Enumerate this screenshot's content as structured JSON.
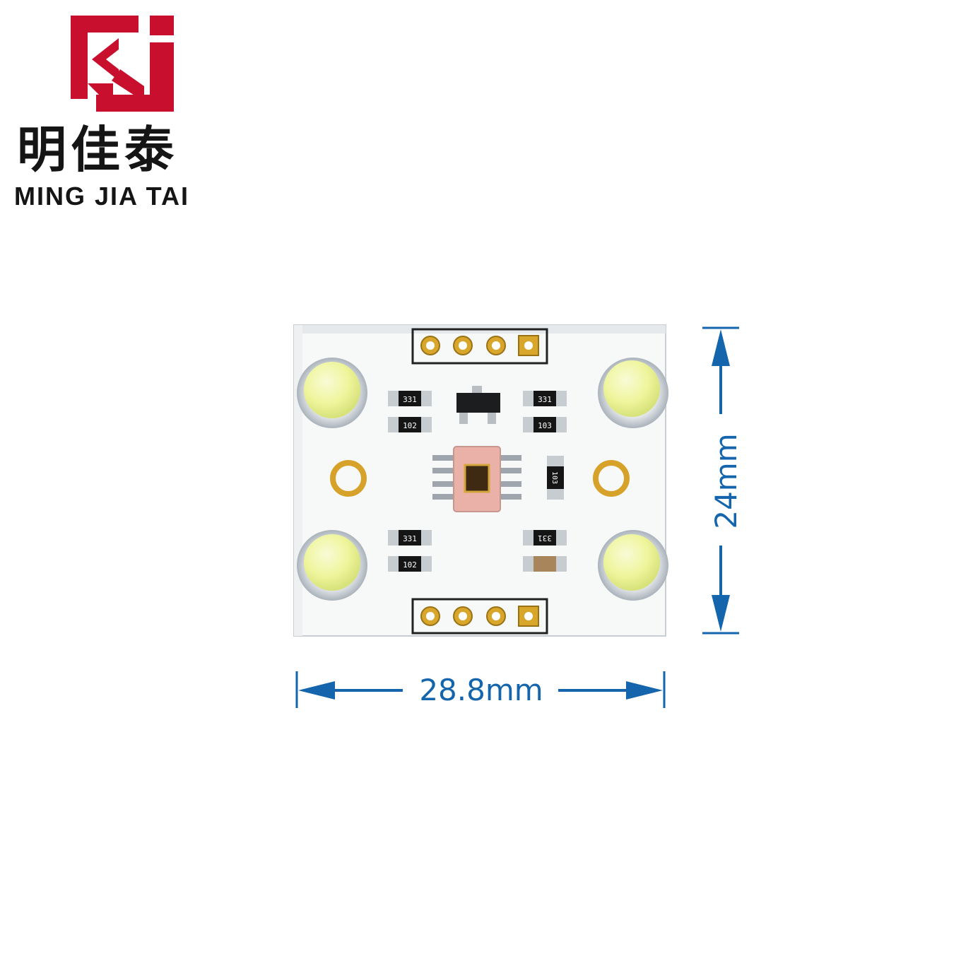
{
  "brand": {
    "name_cn": "明佳泰",
    "name_en": "MING JIA TAI",
    "color": "#c8102e"
  },
  "board": {
    "color": "#f7f8f8",
    "resistor_labels": [
      "331",
      "102",
      "331",
      "103",
      "331",
      "102",
      "331",
      "103"
    ],
    "led_color": "#ecf59a"
  },
  "dimensions": {
    "width_label": "28.8mm",
    "height_label": "24mm",
    "color": "#1565ad"
  }
}
